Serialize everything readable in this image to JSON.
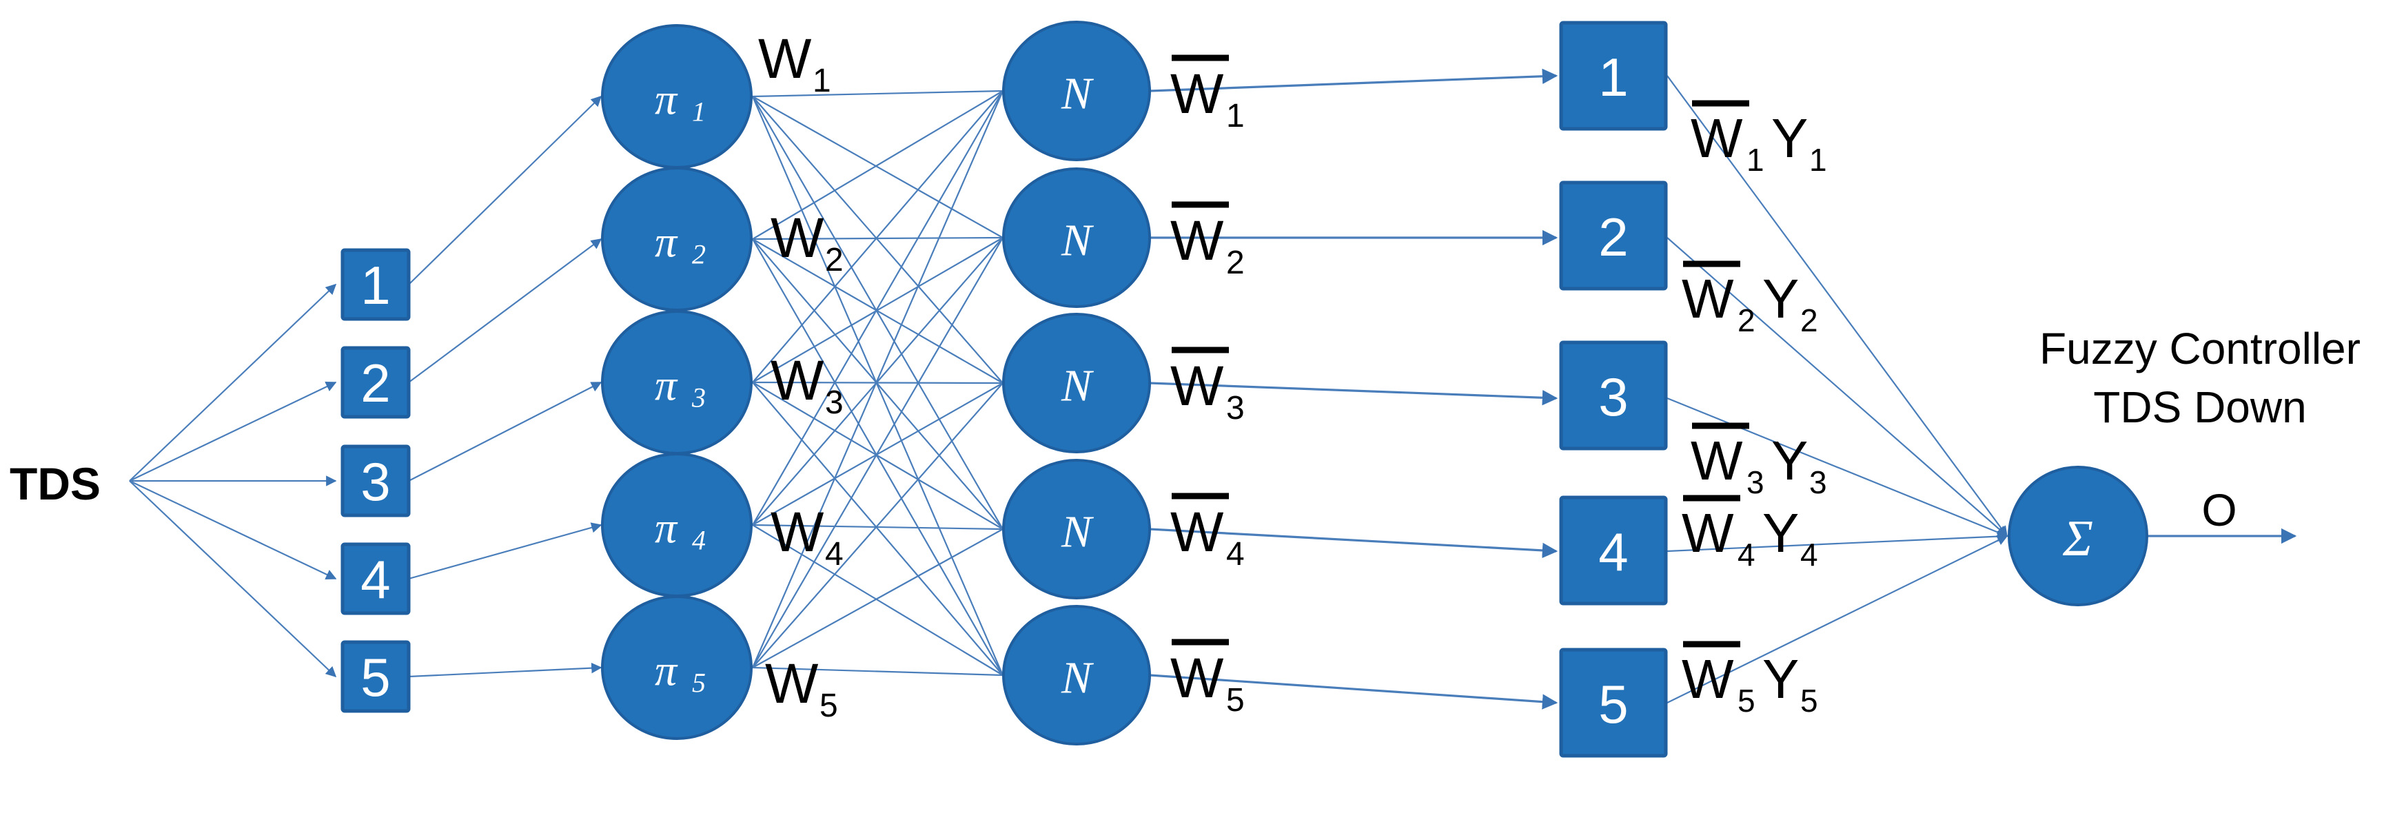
{
  "diagram": {
    "title_visible": false,
    "type": "anfis-neural-network",
    "colors": {
      "node_fill": "#2272B9",
      "node_stroke": "#1F5FA0",
      "edge": "#4A7EBB",
      "text_dark": "#000000",
      "node_text": "#FFFFFF",
      "background": "#FFFFFF"
    },
    "input": {
      "label": "TDS"
    },
    "layer1": {
      "name": "membership-layer",
      "nodes": [
        {
          "label": "1"
        },
        {
          "label": "2"
        },
        {
          "label": "3"
        },
        {
          "label": "4"
        },
        {
          "label": "5"
        }
      ]
    },
    "layer2": {
      "name": "rule-layer",
      "nodes": [
        {
          "label": "π",
          "sub": "1"
        },
        {
          "label": "π",
          "sub": "2"
        },
        {
          "label": "π",
          "sub": "3"
        },
        {
          "label": "π",
          "sub": "4"
        },
        {
          "label": "π",
          "sub": "5"
        }
      ],
      "edge_labels": [
        {
          "base": "W",
          "sub": "1"
        },
        {
          "base": "W",
          "sub": "2"
        },
        {
          "base": "W",
          "sub": "3"
        },
        {
          "base": "W",
          "sub": "4"
        },
        {
          "base": "W",
          "sub": "5"
        }
      ]
    },
    "layer3": {
      "name": "normalization-layer",
      "nodes": [
        {
          "label": "N"
        },
        {
          "label": "N"
        },
        {
          "label": "N"
        },
        {
          "label": "N"
        },
        {
          "label": "N"
        }
      ],
      "edge_labels": [
        {
          "base": "W",
          "sub": "1",
          "overbar": true
        },
        {
          "base": "W",
          "sub": "2",
          "overbar": true
        },
        {
          "base": "W",
          "sub": "3",
          "overbar": true
        },
        {
          "base": "W",
          "sub": "4",
          "overbar": true
        },
        {
          "base": "W",
          "sub": "5",
          "overbar": true
        }
      ]
    },
    "layer4": {
      "name": "defuzzification-layer",
      "nodes": [
        {
          "label": "1"
        },
        {
          "label": "2"
        },
        {
          "label": "3"
        },
        {
          "label": "4"
        },
        {
          "label": "5"
        }
      ],
      "edge_labels": [
        {
          "base": "W",
          "sub": "1",
          "overbar": true,
          "suffix": "Y",
          "suffix_sub": "1"
        },
        {
          "base": "W",
          "sub": "2",
          "overbar": true,
          "suffix": "Y",
          "suffix_sub": "2"
        },
        {
          "base": "W",
          "sub": "3",
          "overbar": true,
          "suffix": "Y",
          "suffix_sub": "3"
        },
        {
          "base": "W",
          "sub": "4",
          "overbar": true,
          "suffix": "Y",
          "suffix_sub": "4"
        },
        {
          "base": "W",
          "sub": "5",
          "overbar": true,
          "suffix": "Y",
          "suffix_sub": "5"
        }
      ]
    },
    "layer5": {
      "name": "summation-layer",
      "node": {
        "label": "Σ"
      },
      "caption_line1": "Fuzzy Controller",
      "caption_line2": "TDS Down",
      "output_label": "O"
    }
  }
}
